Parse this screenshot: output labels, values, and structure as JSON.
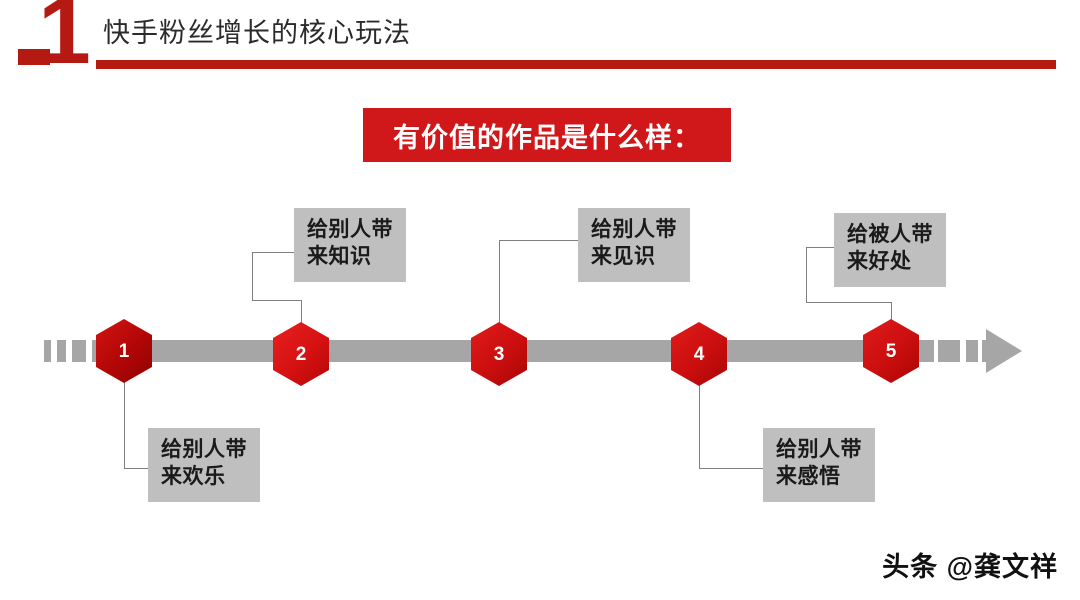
{
  "header": {
    "number": "1",
    "title": "快手粉丝增长的核心玩法",
    "accent_color": "#b51a12"
  },
  "banner": {
    "text": "有价值的作品是什么样：",
    "background_color": "#d0171a",
    "text_color": "#ffffff"
  },
  "timeline": {
    "bar_color": "#a6a6a6",
    "arrow_icon": "arrow-right-icon",
    "nodes": [
      {
        "number": "1",
        "label": "给别人带\n来欢乐",
        "label_line1": "给别人带",
        "label_line2": "来欢乐",
        "position": "below",
        "color": "#c20b0b"
      },
      {
        "number": "2",
        "label": "给别人带\n来知识",
        "label_line1": "给别人带",
        "label_line2": "来知识",
        "position": "above",
        "color": "#e01b1b"
      },
      {
        "number": "3",
        "label": "给别人带\n来见识",
        "label_line1": "给别人带",
        "label_line2": "来见识",
        "position": "above",
        "color": "#d51414"
      },
      {
        "number": "4",
        "label": "给别人带\n来感悟",
        "label_line1": "给别人带",
        "label_line2": "来感悟",
        "position": "below",
        "color": "#d51414"
      },
      {
        "number": "5",
        "label": "给被人带\n来好处",
        "label_line1": "给被人带",
        "label_line2": "来好处",
        "position": "above",
        "color": "#d51414"
      }
    ],
    "label_background_color": "#bfbfbf",
    "label_text_color": "#1a1a1a"
  },
  "watermark": {
    "text": "头条 @龚文祥"
  }
}
